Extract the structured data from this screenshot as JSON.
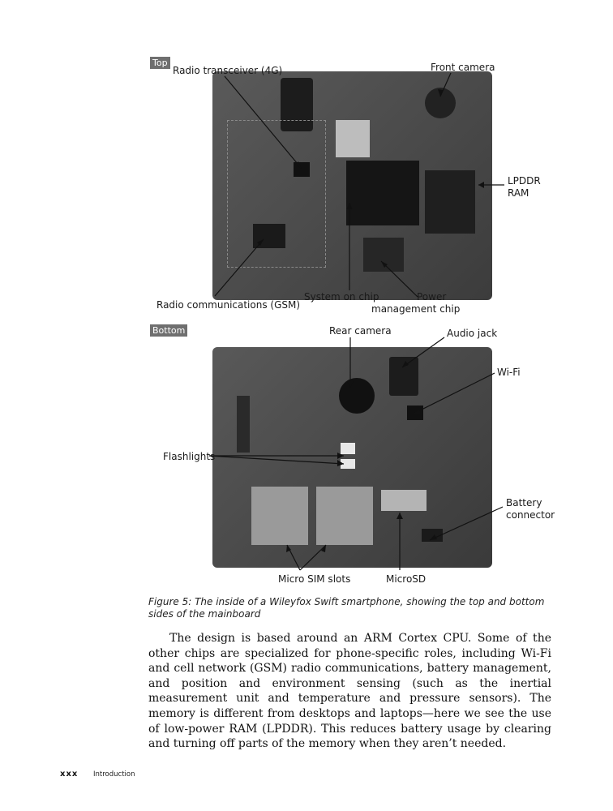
{
  "figure": {
    "top_panel": {
      "tag": "Top",
      "labels": {
        "radio_transceiver": "Radio transceiver (4G)",
        "front_camera": "Front camera",
        "lpddr_line1": "LPDDR",
        "lpddr_line2": "RAM",
        "radio_gsm": "Radio communications (GSM)",
        "soc": "System on chip",
        "power_line1": "Power",
        "power_line2": "management chip"
      }
    },
    "bottom_panel": {
      "tag": "Bottom",
      "labels": {
        "rear_camera": "Rear camera",
        "audio_jack": "Audio jack",
        "wifi": "Wi-Fi",
        "flashlights": "Flashlights",
        "battery_line1": "Battery",
        "battery_line2": "connector",
        "micro_sim": "Micro SIM slots",
        "microsd": "MicroSD"
      }
    },
    "caption": "Figure 5: The inside of a Wileyfox Swift smartphone, showing the top and bottom sides of the mainboard"
  },
  "body": "The design is based around an ARM Cortex CPU. Some of the other chips are specialized for phone-specific roles, including Wi-Fi and cell network (GSM) radio communications, battery management, and position and environment sensing (such as the inertial measurement unit and temperature and pressure sensors). The memory is different from desktops and laptops—here we see the use of low-power RAM (LPDDR). This reduces battery usage by clearing and turning off parts of the memory when they aren’t needed.",
  "footer": {
    "folio": "xxx",
    "section": "Introduction"
  }
}
